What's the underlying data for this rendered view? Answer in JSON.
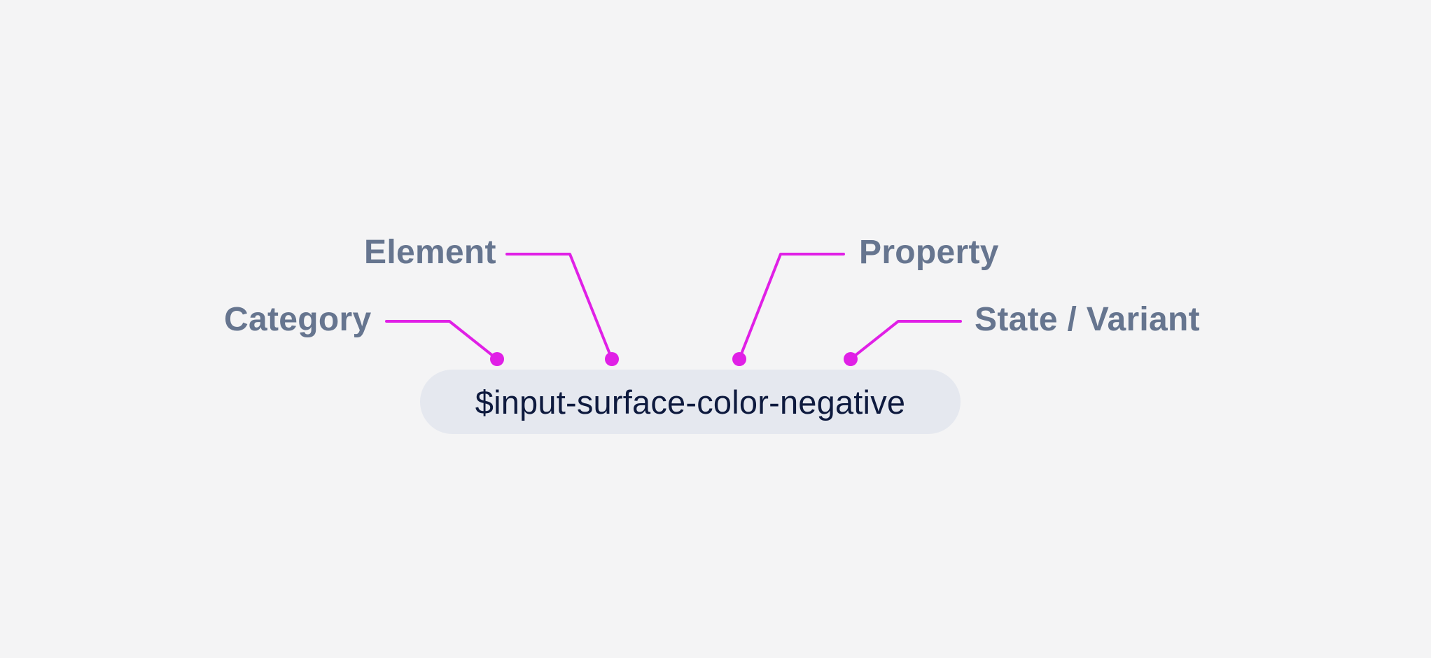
{
  "diagram": {
    "token": "$input-surface-color-negative",
    "labels": {
      "category": "Category",
      "element": "Element",
      "property": "Property",
      "state": "State / Variant"
    },
    "colors": {
      "background": "#f4f4f5",
      "connector": "#e020e6",
      "label": "#66758f",
      "pill": "#e5e8ef",
      "token_text": "#0e1a3e"
    }
  }
}
